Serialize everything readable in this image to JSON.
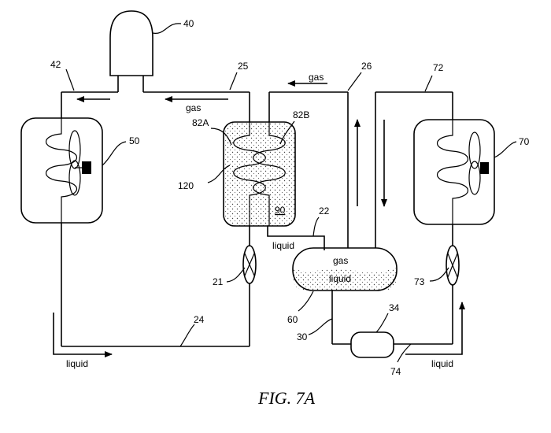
{
  "figure": {
    "caption": "FIG. 7A",
    "refs": {
      "r40": "40",
      "r42": "42",
      "r25": "25",
      "r26": "26",
      "r72": "72",
      "r50": "50",
      "r70": "70",
      "r82A": "82A",
      "r82B": "82B",
      "r120": "120",
      "r90": "90",
      "r22": "22",
      "r21": "21",
      "r73": "73",
      "r60": "60",
      "r34": "34",
      "r24": "24",
      "r30": "30",
      "r74": "74"
    },
    "words": {
      "gas_left": "gas",
      "gas_top": "gas",
      "liquid_hx": "liquid",
      "gas_tank": "gas",
      "liquid_tank": "liquid",
      "liquid_bottom_left": "liquid",
      "liquid_bottom_right": "liquid"
    }
  }
}
